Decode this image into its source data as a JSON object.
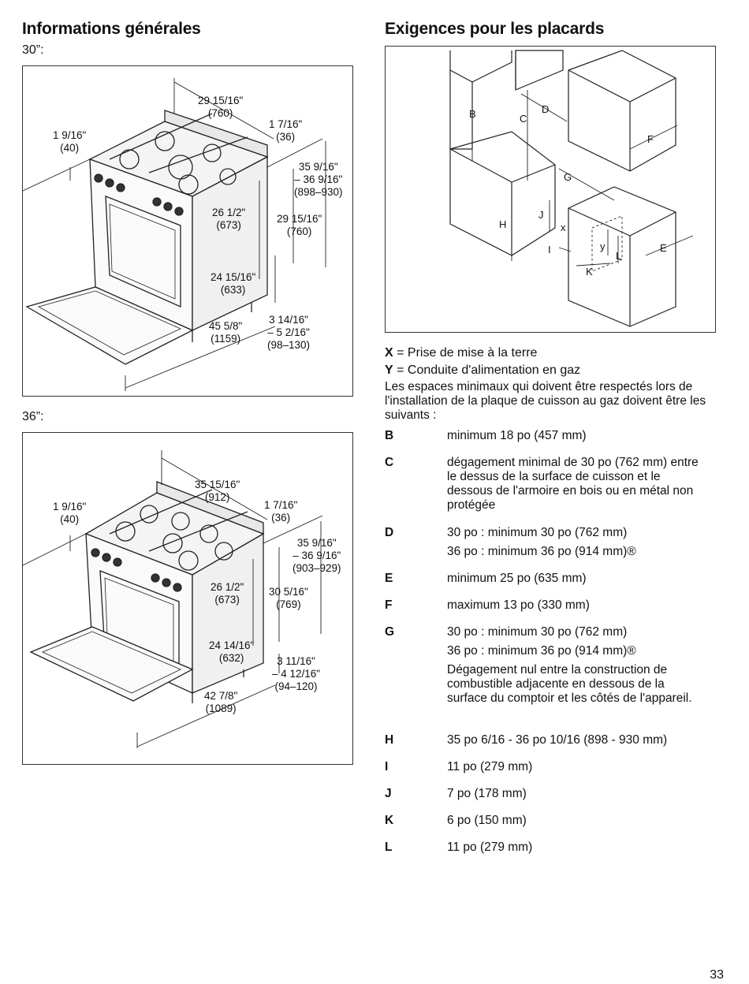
{
  "left": {
    "title": "Informations générales",
    "range30": {
      "label": "30”:",
      "dims": {
        "depth": [
          "29 15/16\"",
          "(760)"
        ],
        "backguard": [
          "1 9/16\"",
          "(40)"
        ],
        "side": [
          "1 7/16\"",
          "(36)"
        ],
        "height": [
          "35 9/16\"",
          "– 36 9/16\"",
          "(898–930)"
        ],
        "door_depth": [
          "26 1/2\"",
          "(673)"
        ],
        "width": [
          "29 15/16\"",
          "(760)"
        ],
        "inner": [
          "24 15/16\"",
          "(633)"
        ],
        "door_open": [
          "45 5/8\"",
          "(1159)"
        ],
        "legs": [
          "3 14/16\"",
          "– 5 2/16\"",
          "(98–130)"
        ]
      }
    },
    "range36": {
      "label": "36”:",
      "dims": {
        "depth": [
          "35 15/16\"",
          "(912)"
        ],
        "backguard": [
          "1 9/16\"",
          "(40)"
        ],
        "side": [
          "1 7/16\"",
          "(36)"
        ],
        "height": [
          "35 9/16\"",
          "– 36 9/16\"",
          "(903–929)"
        ],
        "door_depth": [
          "26 1/2\"",
          "(673)"
        ],
        "width": [
          "30 5/16\"",
          "(769)"
        ],
        "inner": [
          "24 14/16\"",
          "(632)"
        ],
        "door_open": [
          "42 7/8\"",
          "(1089)"
        ],
        "legs": [
          "3 11/16\"",
          "– 4 12/16\"",
          "(94–120)"
        ]
      }
    }
  },
  "right": {
    "title": "Exigences pour les placards",
    "cabinet_labels": [
      "B",
      "C",
      "D",
      "F",
      "G",
      "H",
      "J",
      "x",
      "I",
      "y",
      "L",
      "K",
      "E"
    ],
    "legend": [
      {
        "key": "X",
        "text": "= Prise de mise à la terre"
      },
      {
        "key": "Y",
        "text": "= Conduite d'alimentation en gaz"
      }
    ],
    "intro": "Les espaces minimaux qui doivent être respectés lors de l'installation de la plaque de cuisson au gaz doivent être les suivants :",
    "items": [
      {
        "key": "B",
        "lines": [
          "minimum 18 po (457 mm)"
        ]
      },
      {
        "key": "C",
        "lines": [
          "dégagement minimal de 30 po (762 mm) entre le dessus de la surface de cuisson et le dessous de l'armoire en bois ou en métal non protégée"
        ]
      },
      {
        "key": "D",
        "lines": [
          "30 po : minimum 30 po (762 mm)",
          "36 po : minimum 36 po (914 mm)®"
        ]
      },
      {
        "key": "E",
        "lines": [
          "minimum 25 po (635 mm)"
        ]
      },
      {
        "key": "F",
        "lines": [
          "maximum 13 po (330 mm)"
        ]
      },
      {
        "key": "G",
        "lines": [
          "30 po : minimum 30 po (762 mm)",
          "36 po : minimum 36 po (914 mm)®",
          "Dégagement nul entre la construction de combustible adjacente en dessous de la surface du comptoir et les côtés de l'appareil."
        ]
      },
      {
        "key": "H",
        "lines": [
          "35 po 6/16 - 36 po 10/16 (898 - 930 mm)"
        ]
      },
      {
        "key": "I",
        "lines": [
          "11 po (279 mm)"
        ]
      },
      {
        "key": "J",
        "lines": [
          "7 po (178 mm)"
        ]
      },
      {
        "key": "K",
        "lines": [
          "6 po (150 mm)"
        ]
      },
      {
        "key": "L",
        "lines": [
          "11 po (279 mm)"
        ]
      }
    ]
  },
  "page_number": "33"
}
